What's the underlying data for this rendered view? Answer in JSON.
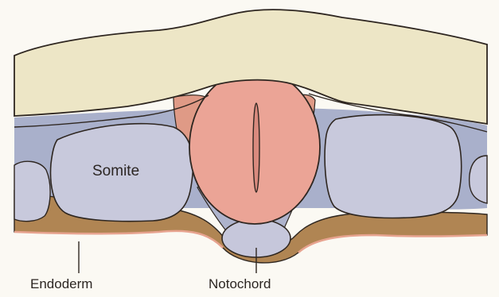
{
  "labels": {
    "somite": "Somite",
    "endoderm": "Endoderm",
    "notochord": "Notochord"
  },
  "colors": {
    "background": "#fbf9f3",
    "ectoderm": "#ede6c6",
    "somite": "#c8c9dc",
    "mesenchyme": "#a9b0cb",
    "neural_tube": "#eba496",
    "neural_crest": "#df9a86",
    "endoderm": "#b08553",
    "notochord": "#c6c7db",
    "outline": "#2e2620"
  }
}
